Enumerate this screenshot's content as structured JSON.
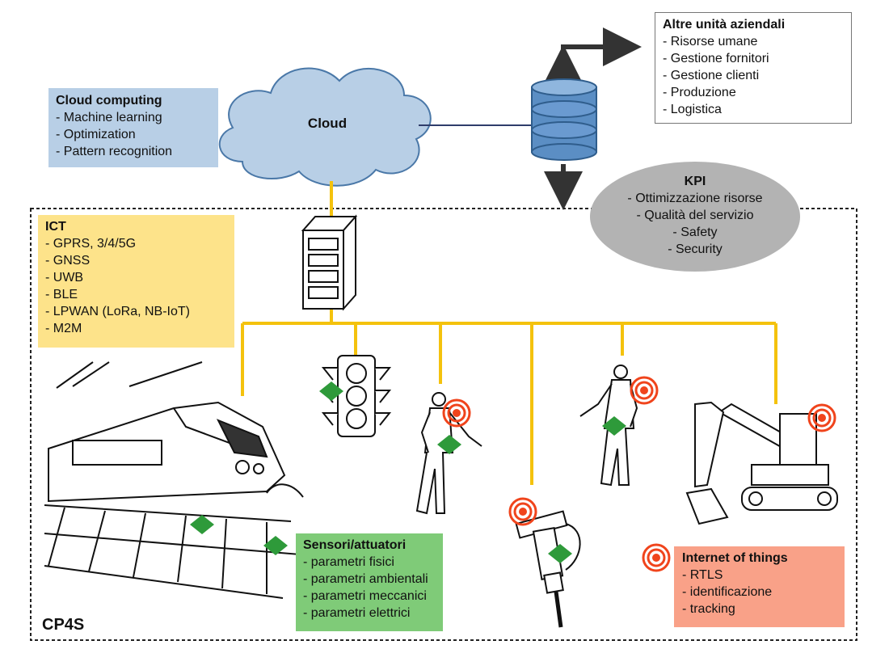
{
  "cloud_computing": {
    "title": "Cloud computing",
    "items": [
      "- Machine learning",
      "- Optimization",
      "- Pattern recognition"
    ]
  },
  "cloud": {
    "label": "Cloud"
  },
  "altre_unita": {
    "title": "Altre unità aziendali",
    "items": [
      "- Risorse umane",
      "- Gestione fornitori",
      "- Gestione clienti",
      "- Produzione",
      "- Logistica"
    ]
  },
  "kpi": {
    "title": "KPI",
    "items": [
      "- Ottimizzazione risorse",
      "- Qualità del servizio",
      "- Safety",
      "- Security"
    ]
  },
  "ict": {
    "title": "ICT",
    "items": [
      "- GPRS, 3/4/5G",
      "- GNSS",
      "- UWB",
      "- BLE",
      "- LPWAN (LoRa, NB-IoT)",
      "- M2M"
    ]
  },
  "sensori": {
    "title": "Sensori/attuatori",
    "items": [
      "- parametri fisici",
      "- parametri ambientali",
      "- parametri meccanici",
      "- parametri elettrici"
    ]
  },
  "iot": {
    "title": "Internet of things",
    "items": [
      "- RTLS",
      "- identificazione",
      "- tracking"
    ]
  },
  "frame": {
    "label": "CP4S"
  },
  "colors": {
    "cloud_fill": "#b8cfe6",
    "ict_fill": "#fde38a",
    "sensor_fill": "#7fcb78",
    "iot_fill": "#f9a188",
    "kpi_fill": "#b3b3b3",
    "database_fill": "#5b8ec4",
    "bus_line": "#f4c20d",
    "sensor_marker": "#2e9a3a",
    "iot_marker": "#f0441c"
  }
}
